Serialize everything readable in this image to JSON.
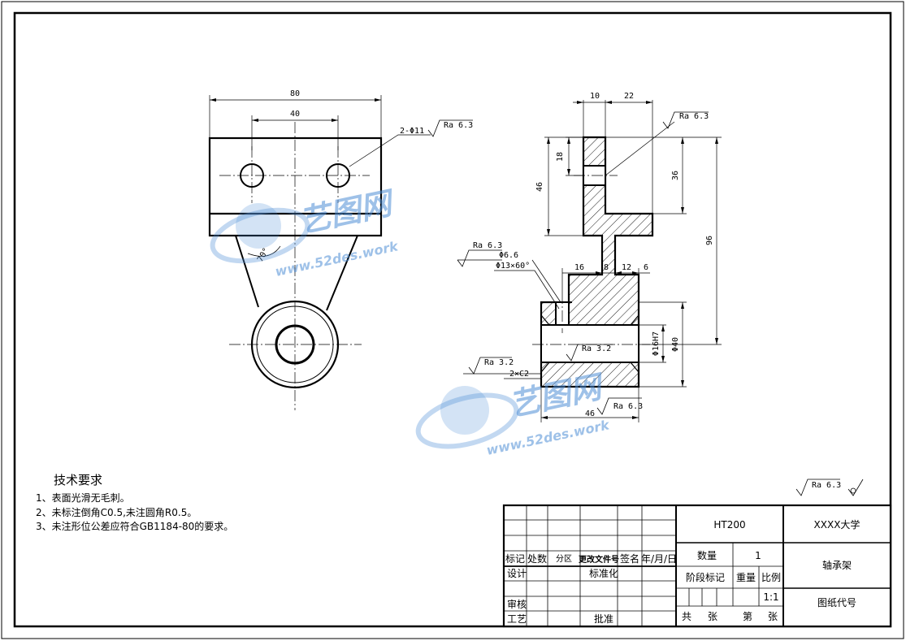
{
  "drawing": {
    "front_view": {
      "dim_width": "80",
      "dim_holes": "40",
      "holes_label": "2-Φ11",
      "roughness_holes": "Ra 6.3",
      "angle": "70°"
    },
    "section_view": {
      "dim_10": "10",
      "dim_22": "22",
      "roughness_top": "Ra 6.3",
      "dim_18": "18",
      "dim_46_v": "46",
      "dim_36": "36",
      "dim_96": "96",
      "roughness_left": "Ra 6.3",
      "phi_66": "Φ6.6",
      "countersink": "Φ13×60°",
      "dim_16": "16",
      "dim_8": "8",
      "dim_12": "12",
      "dim_6": "6",
      "bore_fit": "Φ16H7",
      "outer_dia": "Φ40",
      "roughness_bore": "Ra 3.2",
      "roughness_face": "Ra 3.2",
      "chamfer": "2×C2",
      "dim_46_h": "46",
      "roughness_bottom": "Ra 6.3"
    },
    "watermark": {
      "cn": "艺图网",
      "url": "www.52des.work"
    }
  },
  "tech_requirements": {
    "title": "技术要求",
    "items": [
      "1、表面光滑无毛刺。",
      "2、未标注倒角C0.5,未注圆角R0.5。",
      "3、未注形位公差应符合GB1184-80的要求。"
    ]
  },
  "general_roughness": "Ra 6.3",
  "title_block": {
    "material": "HT200",
    "school": "XXXX大学",
    "part_name": "轴承架",
    "drawing_no_label": "图纸代号",
    "quantity_label": "数量",
    "quantity_value": "1",
    "stage_label": "阶段标记",
    "weight_label": "重量",
    "scale_label": "比例",
    "scale_value": "1:1",
    "sheets_total": "共",
    "sheets_unit1": "张",
    "sheet_no": "第",
    "sheets_unit2": "张",
    "h_mark": "标记",
    "h_count": "处数",
    "h_zone": "分区",
    "h_doc": "更改文件号",
    "h_sign": "签名",
    "h_date": "年/月/日",
    "design": "设计",
    "standard": "标准化",
    "check": "审核",
    "process": "工艺",
    "approve": "批准"
  }
}
